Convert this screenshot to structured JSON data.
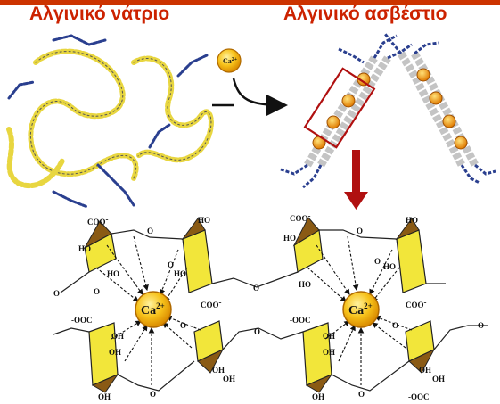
{
  "titles": {
    "left": "Αλγινικό νάτριο",
    "right": "Αλγινικό ασβέστιο"
  },
  "ion": {
    "symbol": "Ca",
    "charge": "2+"
  },
  "group_labels": {
    "carboxylate": "COO",
    "carboxylate_left": "OOC",
    "hydroxyl": "HO",
    "hydroxyl_right": "OH",
    "oxygen": "O",
    "negative": "-"
  },
  "colors": {
    "title": "#cc2200",
    "ion_fill": "#f7c21a",
    "ion_stroke": "#b06a00",
    "ring_fill": "#f2e63a",
    "ring_shade": "#8a5a14",
    "highlight_box": "#b01010",
    "arrow_red": "#b01010",
    "chain_yellow": "#e8d640",
    "chain_blue": "#2a3f8f"
  }
}
